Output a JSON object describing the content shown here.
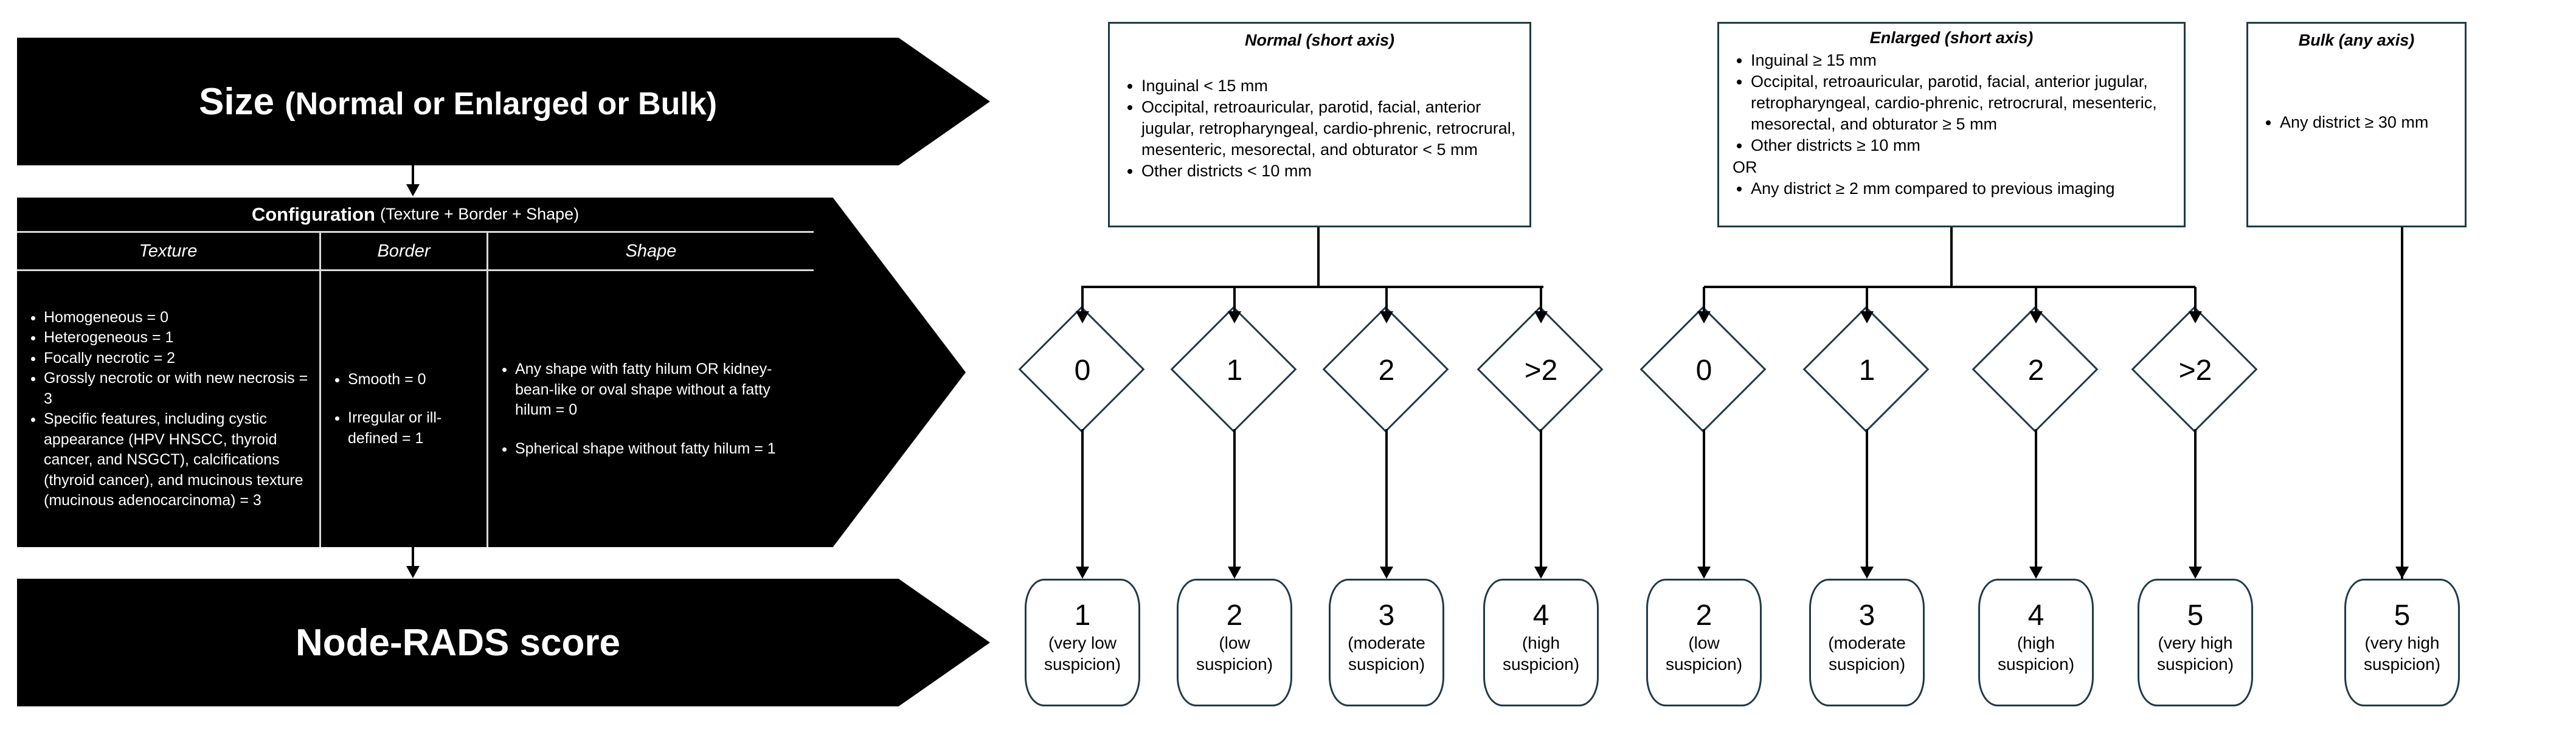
{
  "banners": {
    "size": {
      "title": "Size",
      "subtitle": "(Normal or Enlarged or Bulk)"
    },
    "score": {
      "title": "Node-RADS score"
    }
  },
  "configuration": {
    "title": "Configuration",
    "subtitle": "(Texture + Border + Shape)",
    "columns": [
      {
        "header": "Texture",
        "items": [
          "Homogeneous = 0",
          "Heterogeneous = 1",
          "Focally necrotic = 2",
          "Grossly necrotic or with new necrosis = 3",
          "Specific features, including cystic appearance (HPV HNSCC, thyroid cancer, and NSGCT), calcifications (thyroid cancer), and mucinous texture (mucinous adenocarcinoma) = 3"
        ]
      },
      {
        "header": "Border",
        "items": [
          "Smooth = 0",
          "Irregular or ill-defined = 1"
        ]
      },
      {
        "header": "Shape",
        "items": [
          "Any shape with fatty hilum OR kidney-bean-like or oval shape without a fatty hilum = 0",
          "Spherical shape without fatty hilum = 1"
        ]
      }
    ]
  },
  "size_boxes": {
    "normal": {
      "title": "Normal (short axis)",
      "items": [
        "Inguinal < 15 mm",
        "Occipital, retroauricular, parotid, facial, anterior jugular, retropharyngeal, cardio-phrenic, retrocrural, mesenteric, mesorectal, and obturator < 5 mm",
        "Other districts < 10 mm"
      ]
    },
    "enlarged": {
      "title": "Enlarged (short axis)",
      "items": [
        "Inguinal ≥ 15 mm",
        "Occipital, retroauricular, parotid, facial, anterior jugular, retropharyngeal, cardio-phrenic, retrocrural, mesenteric, mesorectal, and obturator ≥ 5 mm",
        "Other districts ≥ 10 mm"
      ],
      "or": "OR",
      "extra": "Any district ≥ 2 mm compared to previous imaging"
    },
    "bulk": {
      "title": "Bulk (any axis)",
      "items": [
        "Any district ≥ 30 mm"
      ]
    }
  },
  "diamonds": [
    "0",
    "1",
    "2",
    ">2",
    "0",
    "1",
    "2",
    ">2"
  ],
  "scores": [
    {
      "num": "1",
      "desc": "(very low suspicion)"
    },
    {
      "num": "2",
      "desc": "(low suspicion)"
    },
    {
      "num": "3",
      "desc": "(moderate suspicion)"
    },
    {
      "num": "4",
      "desc": "(high suspicion)"
    },
    {
      "num": "2",
      "desc": "(low suspicion)"
    },
    {
      "num": "3",
      "desc": "(moderate suspicion)"
    },
    {
      "num": "4",
      "desc": "(high suspicion)"
    },
    {
      "num": "5",
      "desc": "(very high suspicion)"
    },
    {
      "num": "5",
      "desc": "(very high suspicion)"
    }
  ]
}
